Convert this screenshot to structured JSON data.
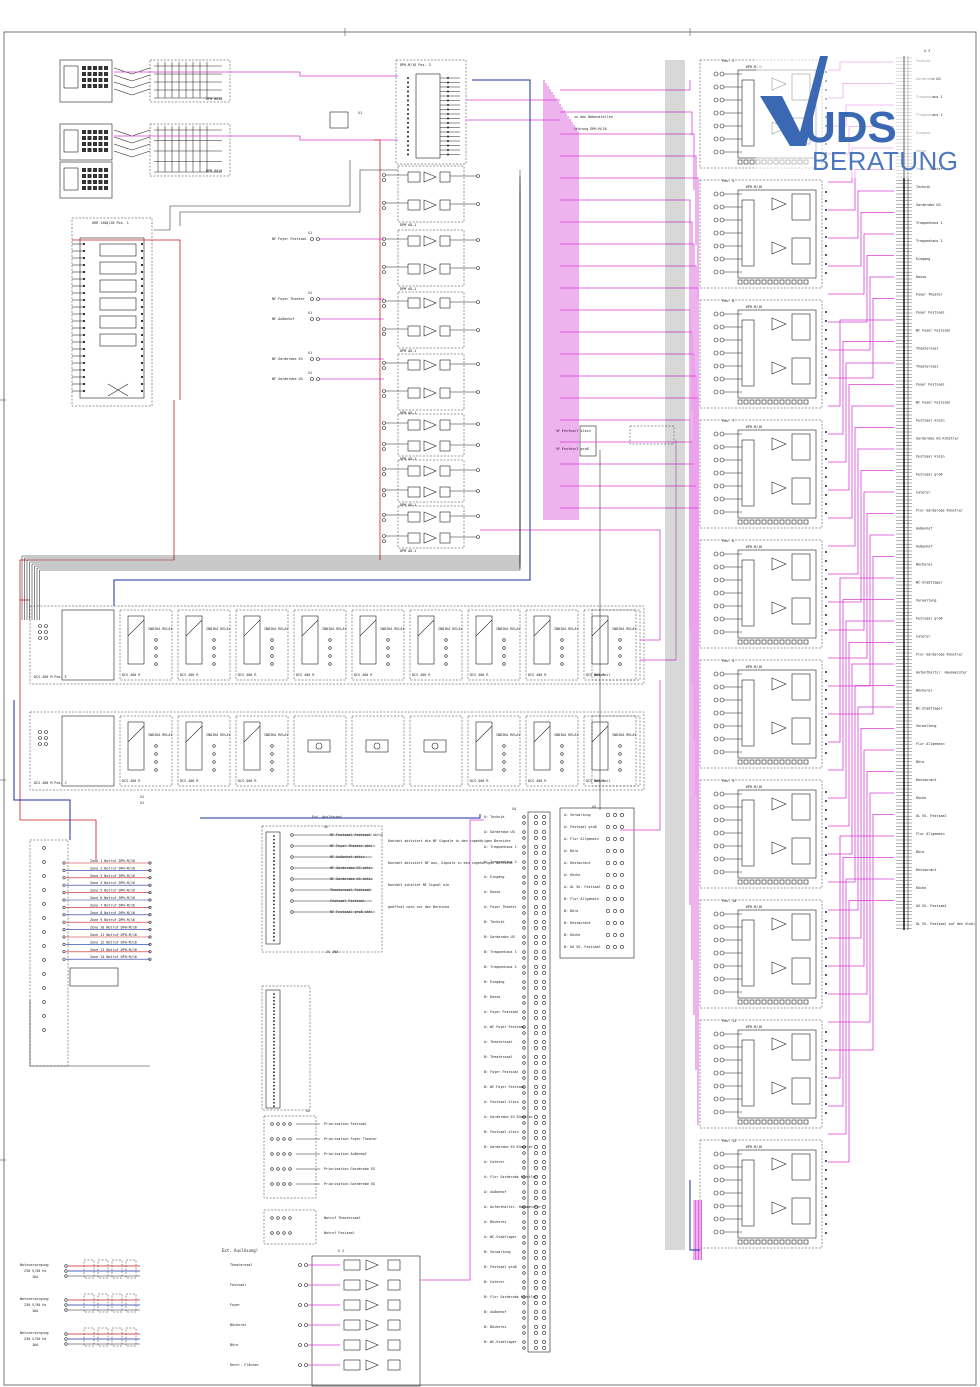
{
  "logo": {
    "main": "UDS",
    "sub": "BERATUNG",
    "color": "#3a68b3"
  },
  "colors": {
    "signal": "#d63fd6",
    "power": "#cc1b1b",
    "bus": "#1a2fa8",
    "ink": "#222222"
  },
  "top_labels": {
    "x1": "X1",
    "nebenstellen": "zu den Nebenstellen",
    "stoerung": "Störung DPH-M/16",
    "dph_main": "DPH-M/16 Pos. 3",
    "rack": "URR 1400/28 Pos. 1"
  },
  "fader_labels": [
    "NF Foyer Festsaal",
    "NF Foyer Theater",
    "NF Außenhof",
    "NF Garderobe EG",
    "NF Garderobe UG"
  ],
  "mid_labels": {
    "festsaal_klein": "NF Festsaal klein",
    "festsaal_gross": "NF Festsaal groß",
    "x2": "X2",
    "ext": "Ext. Auslösung!",
    "ext2": "Ext. Auslösung!",
    "x2b": "X 2"
  },
  "right_terminal": {
    "header": "X 3",
    "zones": [
      "Technik",
      "Garderobe UG",
      "Treppenhaus 1",
      "Treppenhaus 2",
      "Eingang",
      "Kasse",
      "Foyer Theater",
      "Technik",
      "Garderobe UG",
      "Treppenhaus 1",
      "Treppenhaus 2",
      "Eingang",
      "Kasse",
      "Foyer Theater",
      "Foyer Festsaal",
      "WC Foyer Festsaal",
      "Theatersaal",
      "Theatersaal",
      "Foyer Festsaal",
      "WC Foyer Festsaal",
      "Festsaal klein",
      "Garderobe EG Künstler",
      "Festsaal klein",
      "Festsaal groß",
      "Caterer",
      "Flur Garderobe Künstler",
      "Außenhof",
      "Außenhof",
      "Bücherei",
      "WC-Stadtlager",
      "Verwaltung",
      "Festsaal groß",
      "Caterer",
      "Flur Garderobe Künstler",
      "Aufenthaltsr. Hausmeister",
      "Bücherei",
      "WC-Stadtlager",
      "Verwaltung",
      "Flur Allgemein",
      "Büro",
      "Restaurant",
      "Küche",
      "OL VG. Festsaal",
      "Flur Allgemein",
      "Büro",
      "Restaurant",
      "Küche",
      "UG VG. Festsaal",
      "OL VG. Festsaal auf den Stuhl"
    ]
  },
  "amp_modules": [
    {
      "pos": "Pos. 2"
    },
    {
      "pos": "Pos. 5"
    },
    {
      "pos": "Pos. 8"
    },
    {
      "pos": "Pos. 7"
    },
    {
      "pos": "Pos. 6"
    },
    {
      "pos": "Pos. 4"
    },
    {
      "pos": "Pos. 9"
    },
    {
      "pos": "Pos. 10"
    },
    {
      "pos": "Pos. 11"
    },
    {
      "pos": "Pos. 12"
    }
  ],
  "middle_list": {
    "header": "X4",
    "rows": [
      "A: Technik",
      "A: Garderobe UG",
      "A: Treppenhaus 1",
      "A: Treppenhaus 2",
      "A: Eingang",
      "A: Kasse",
      "A: Foyer Theater",
      "B: Technik",
      "B: Garderobe UG",
      "B: Treppenhaus 1",
      "B: Treppenhaus 2",
      "B: Eingang",
      "B: Kasse",
      "A: Foyer Festsaal",
      "A: WC Foyer Festsaal",
      "A: Theatersaal",
      "B: Theatersaal",
      "B: Foyer Festsaal",
      "B: WC Foyer Festsaal",
      "A: Festsaal klein",
      "A: Garderobe EG Künstler",
      "B: Festsaal klein",
      "B: Garderobe EG Künstler",
      "A: Caterer",
      "A: Flur Garderobe Künstler",
      "A: Außenhof",
      "A: Aufenthaltsr. Hausmeister",
      "A: Bücherei",
      "A: WC-Stadtlager",
      "B: Verwaltung",
      "B: Festsaal groß",
      "B: Caterer",
      "B: Flur Garderobe Künstler",
      "B: Außenhof",
      "B: Bücherei",
      "B: WC-Stadtlager"
    ]
  },
  "right_list": {
    "header": "X5",
    "rows": [
      "A: Verwaltung",
      "A: Festsaal groß",
      "A: Flur Allgemein",
      "A: Büro",
      "A: Restaurant",
      "A: Küche",
      "A: OL VG. Festsaal",
      "B: Flur Allgemein",
      "B: Büro",
      "B: Restaurant",
      "B: Küche",
      "B: UG VG. Festsaal"
    ]
  },
  "x2_notes": [
    "NF Festsaal Festsaal aktiv",
    "NF Foyer Theater aktiv",
    "NF Außenhof aktiv",
    "NF Garderobe EG aktiv",
    "NF Garderobe UG aktiv",
    "Theatersaal Festsaal",
    "Festsaal Festsaal",
    "NF Festsaal groß aktiv"
  ],
  "x2_notes_right": [
    "Kontakt aktiviert die NF Signale in den zugehörigen Bereiche",
    "Kontakt aktiviert NF aus, Signale in den zugehörigen Bereiche",
    "Kontakt schaltet NF Signal ein",
    "geöffnet nach vor den Bereiche"
  ],
  "relay_labels": [
    "Priorisation Festsaal",
    "Priorisation Foyer Theater",
    "Priorisation Außenhof",
    "Priorisation Garderobe EG",
    "Priorisation Garderobe UG"
  ],
  "bottom_relay_labels": [
    "Notruf Theatersaal",
    "Notruf Festsaal"
  ],
  "psu": [
    {
      "line1": "Netzversorgung",
      "line2": "230 V/50 Hz",
      "line3": "16A"
    },
    {
      "line1": "Netzversorgung",
      "line2": "230 V/50 Hz",
      "line3": "16A"
    },
    {
      "line1": "Netzversorgung",
      "line2": "230 V/50 Hz",
      "line3": "16A"
    }
  ],
  "bottom_areas": [
    "Theatersaal",
    "Festsaal",
    "Foyer",
    "Bücherei",
    "Büro",
    "Restr. Flächen"
  ],
  "dcs_rows": [
    {
      "label": "DCS 400 M Pos. E"
    },
    {
      "label": "DCS 400 M Pos. C"
    }
  ],
  "relay_blocks": {
    "label": "INDIKA RELAY"
  },
  "dcs_caption": "DCS 400 R",
  "psu_rack_label": "Netzteil",
  "pos_list": [
    "Zone 1 Notruf DPH-M/16",
    "Zone 2 Notruf DPH-M/16",
    "Zone 3 Notruf DPH-M/16",
    "Zone 4 Notruf DPH-M/16",
    "Zone 5 Notruf DPH-M/16",
    "Zone 6 Notruf DPH-M/16",
    "Zone 7 Notruf DPH-M/16",
    "Zone 8 Notruf DPH-M/16",
    "Zone 9 Notruf DPH-M/16",
    "Zone 10 Notruf DPH-M/16",
    "Zone 11 Notruf DPH-M/16",
    "Zone 12 Notruf DPH-M/16",
    "Zone 13 Notruf DPH-M/16",
    "Zone 14 Notruf DPH-M/16"
  ]
}
